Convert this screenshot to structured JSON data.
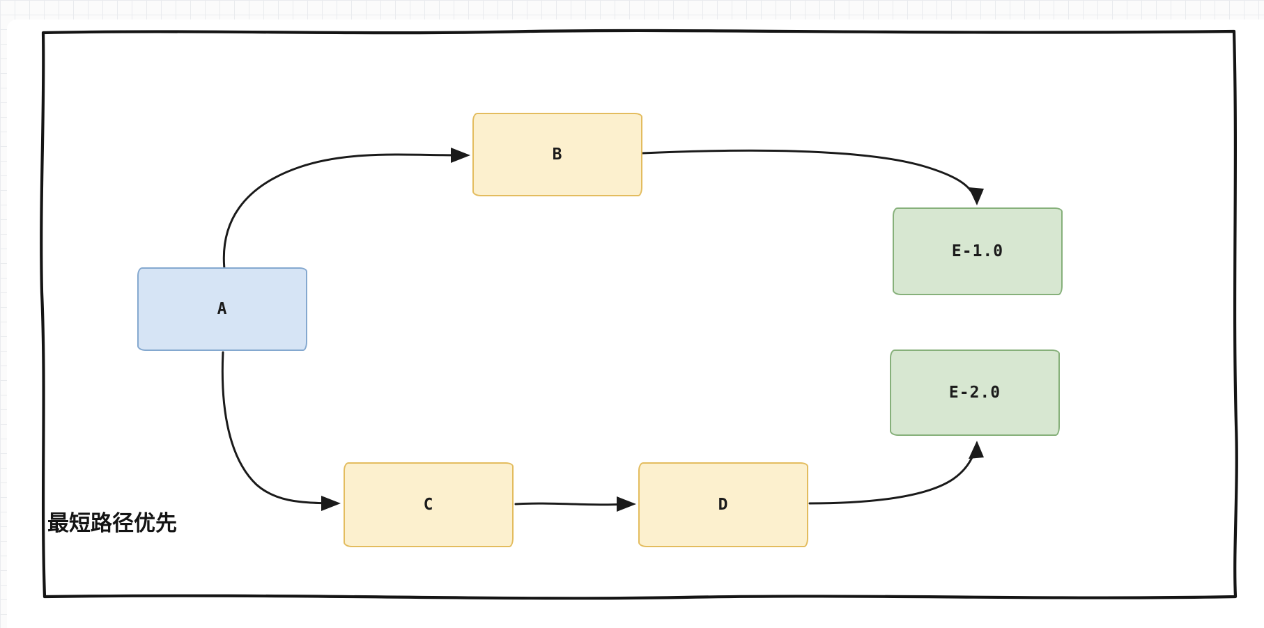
{
  "canvas": {
    "caption": "最短路径优先",
    "grid_color": "#e9ebee",
    "sheet_color": "#ffffff"
  },
  "diagram": {
    "frame_stroke": "#141414",
    "edge_color": "#1a1a1a",
    "text_color": "#1b1b1b"
  },
  "nodes": [
    {
      "id": "A",
      "label": "A",
      "fill": "#d6e4f5",
      "stroke": "#84a8cf"
    },
    {
      "id": "B",
      "label": "B",
      "fill": "#fcf0ce",
      "stroke": "#e3bc5e"
    },
    {
      "id": "C",
      "label": "C",
      "fill": "#fcf0ce",
      "stroke": "#e3bc5e"
    },
    {
      "id": "D",
      "label": "D",
      "fill": "#fcf0ce",
      "stroke": "#e3bc5e"
    },
    {
      "id": "E1",
      "label": "E-1.0",
      "fill": "#d7e7d1",
      "stroke": "#86b07a"
    },
    {
      "id": "E2",
      "label": "E-2.0",
      "fill": "#d7e7d1",
      "stroke": "#86b07a"
    }
  ],
  "edges": [
    {
      "from": "A",
      "to": "B"
    },
    {
      "from": "B",
      "to": "E-1.0"
    },
    {
      "from": "A",
      "to": "C"
    },
    {
      "from": "C",
      "to": "D"
    },
    {
      "from": "D",
      "to": "E-2.0"
    }
  ]
}
